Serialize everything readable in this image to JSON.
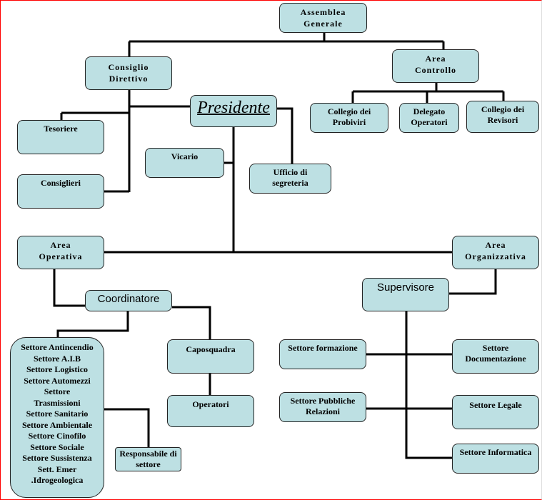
{
  "nodes": {
    "assemblea": "Assemblea\nGenerale",
    "consiglio": "Consiglio\nDirettivo",
    "controllo": "Area\nControllo",
    "presidente": "Presidente",
    "probiviri": "Collegio dei\nProbiviri",
    "delegato": "Delegato\nOperatori",
    "revisori": "Collegio dei\nRevisori",
    "tesoriere": "Tesoriere",
    "vicario": "Vicario",
    "segreteria": "Ufficio di\nsegreteria",
    "consiglieri": "Consiglieri",
    "operativa": "Area\nOperativa",
    "organizzativa": "Area\nOrganizzativa",
    "supervisore": "Supervisore",
    "coordinatore": "Coordinatore",
    "settori": "Settore Antincendio\nSettore A.I.B\nSettore Logistico\nSettore Automezzi\nSettore\nTrasmissioni\nSettore Sanitario\nSettore Ambientale\nSettore Cinofilo\nSettore Sociale\nSettore Sussistenza\nSett. Emer\n.Idrogeologica",
    "caposquadra": "Caposquadra",
    "formazione": "Settore formazione",
    "documentazione": "Settore\nDocumentazione",
    "operatori": "Operatori",
    "pubbliche": "Settore Pubbliche\nRelazioni",
    "legale": "Settore Legale",
    "responsabile": "Responsabile di\nsettore",
    "informatica": "Settore  Informatica"
  },
  "colors": {
    "box": "#bde0e3",
    "line": "#000000",
    "frame": "#ff0000"
  }
}
